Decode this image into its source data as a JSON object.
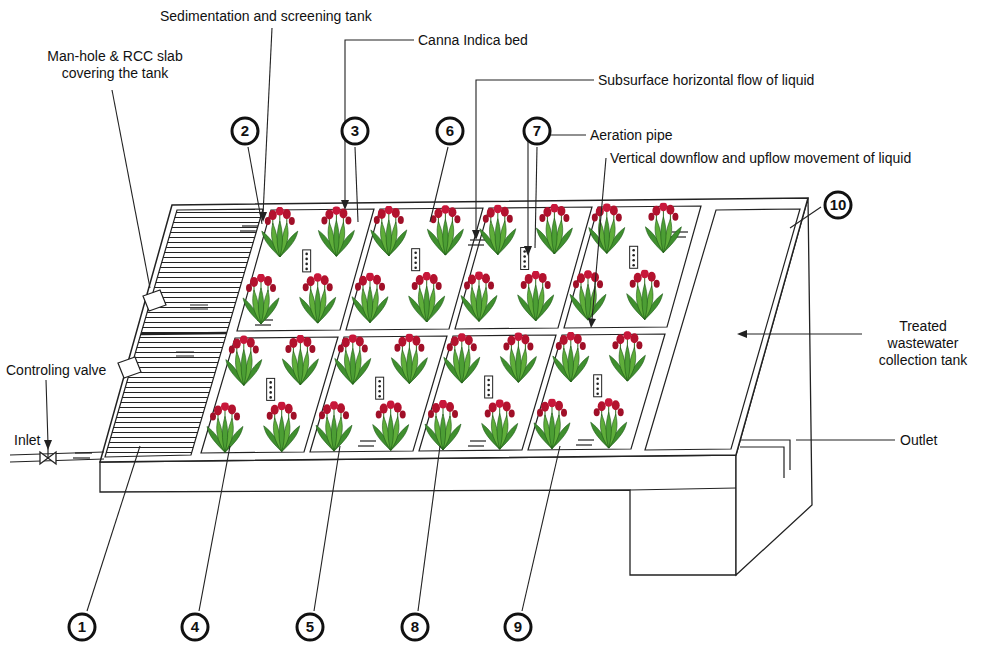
{
  "diagram": {
    "nodes": [
      {
        "text": [
          "2"
        ]
      },
      {
        "text": [
          "3"
        ]
      },
      {
        "text": [
          "6"
        ]
      },
      {
        "text": [
          "7"
        ]
      },
      {
        "text": [
          "10"
        ]
      },
      {
        "text": [
          "1"
        ]
      },
      {
        "text": [
          "4"
        ]
      },
      {
        "text": [
          "5"
        ]
      },
      {
        "text": [
          "8"
        ]
      },
      {
        "text": [
          "9"
        ]
      }
    ],
    "labels": [
      "Sedimentation and screening tank",
      "Canna Indica bed",
      "Subsurface horizontal flow of liquid",
      "Man-hole & RCC slab covering the tank",
      "Aeration pipe",
      "Vertical downflow and upflow movement of liquid",
      "Controling valve",
      "Inlet",
      "Treated wastewater collection tank",
      "Outlet"
    ]
  }
}
